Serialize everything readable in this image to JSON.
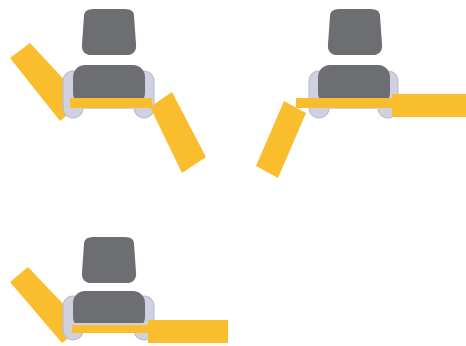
{
  "colors": {
    "background": "#ffffff",
    "arm": "#f9bd2e",
    "seat_dark": "#6d6e72",
    "seat_light": "#cfd0e0",
    "seat_outline": "#b8b9c8"
  },
  "icons": {
    "seat": "seat-icon",
    "arm": "belt-arm-icon"
  },
  "diagrams": [
    {
      "id": "left-arm-raised-right-arm-angled-down",
      "left_arm": "raised",
      "right_arm": "angled-down"
    },
    {
      "id": "left-arm-angled-down-right-arm-extended-horizontal",
      "left_arm": "angled-down",
      "right_arm": "horizontal"
    },
    {
      "id": "left-arm-raised-right-arm-extended-horizontal",
      "left_arm": "raised",
      "right_arm": "horizontal"
    }
  ]
}
